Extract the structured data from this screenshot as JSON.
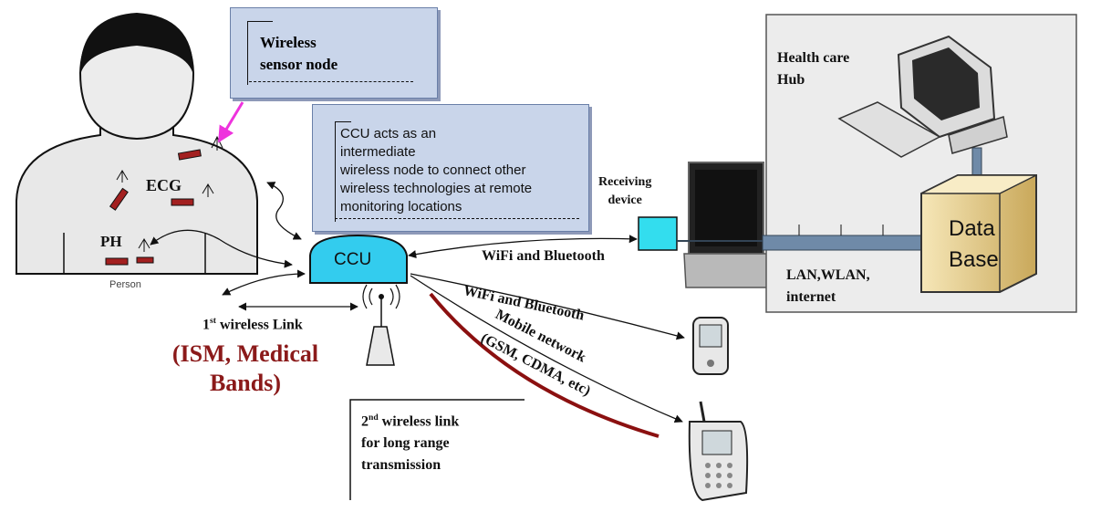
{
  "callouts": {
    "sensor_node": [
      "Wireless",
      "sensor node"
    ],
    "ccu_desc": [
      "CCU acts as an",
      "intermediate",
      "wireless node to connect other",
      "wireless technologies at remote",
      "monitoring locations"
    ]
  },
  "body_labels": {
    "ecg": "ECG",
    "ph": "PH",
    "person": "Person"
  },
  "ccu": {
    "label": "CCU"
  },
  "links": {
    "first_prefix": "1",
    "first_sup": "st",
    "first_suffix": " wireless Link",
    "ism_line1": "(ISM, Medical",
    "ism_line2": "Bands)",
    "wifi_bt_upper": "WiFi and Bluetooth",
    "wifi_bt_lower": "WiFi and Bluetooth",
    "mobile_line1": "Mobile network",
    "mobile_line2": "(GSM, CDMA, etc)",
    "second_prefix": "2",
    "second_sup": "nd",
    "second_suffix": " wireless link",
    "second_line2": "for long range",
    "second_line3": "transmission"
  },
  "receiving": {
    "line1": "Receiving",
    "line2": "device"
  },
  "hub": {
    "line1": "Health care",
    "line2": "Hub",
    "network_line1": "LAN,WLAN,",
    "network_line2": "internet",
    "db_line1": "Data",
    "db_line2": "Base"
  },
  "colors": {
    "callout_fill": "#c9d5ea",
    "ccu_fill": "#33ccee",
    "receiver_fill": "#33ddee",
    "ism_text": "#8b1a1a",
    "long_range_arc": "#8b1010",
    "arrow_pink": "#ee33dd",
    "hub_fill": "#ececec",
    "db_fill": "#f0dca0"
  }
}
